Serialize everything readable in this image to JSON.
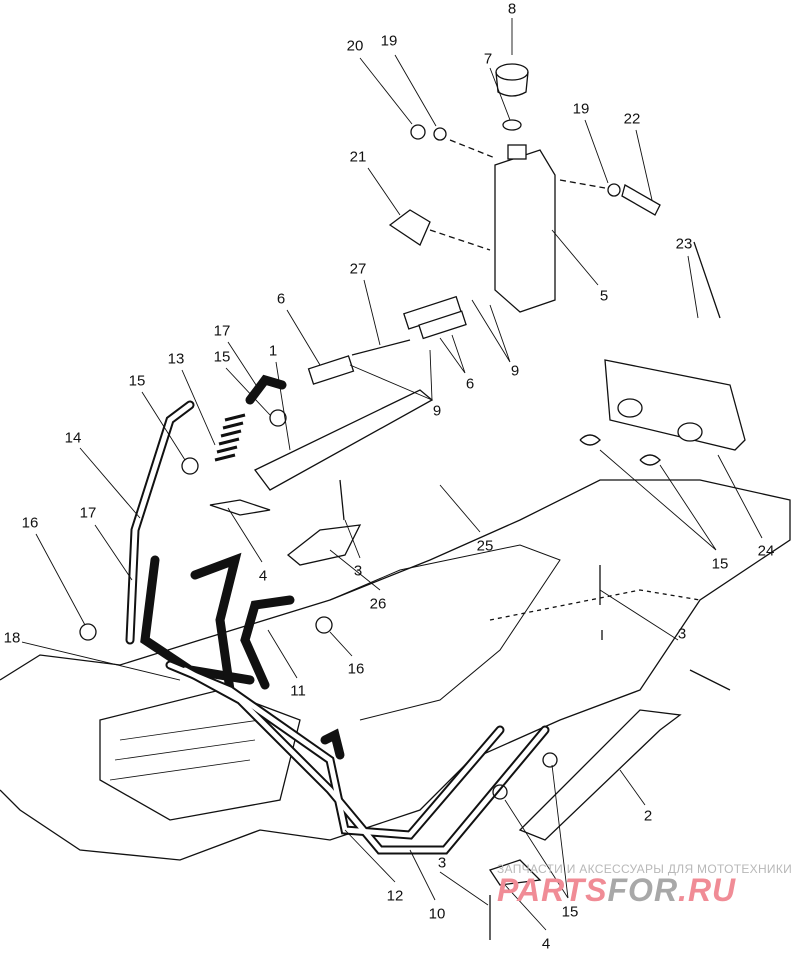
{
  "callouts": [
    {
      "id": "c8",
      "label": "8"
    },
    {
      "id": "c7",
      "label": "7"
    },
    {
      "id": "c20",
      "label": "20"
    },
    {
      "id": "c19a",
      "label": "19"
    },
    {
      "id": "c19b",
      "label": "19"
    },
    {
      "id": "c22",
      "label": "22"
    },
    {
      "id": "c21",
      "label": "21"
    },
    {
      "id": "c5",
      "label": "5"
    },
    {
      "id": "c23",
      "label": "23"
    },
    {
      "id": "c27",
      "label": "27"
    },
    {
      "id": "c6a",
      "label": "6"
    },
    {
      "id": "c6b",
      "label": "6"
    },
    {
      "id": "c9a",
      "label": "9"
    },
    {
      "id": "c9b",
      "label": "9"
    },
    {
      "id": "c1",
      "label": "1"
    },
    {
      "id": "c17a",
      "label": "17"
    },
    {
      "id": "c15a",
      "label": "15"
    },
    {
      "id": "c13",
      "label": "13"
    },
    {
      "id": "c15b",
      "label": "15"
    },
    {
      "id": "c14",
      "label": "14"
    },
    {
      "id": "c17b",
      "label": "17"
    },
    {
      "id": "c16a",
      "label": "16"
    },
    {
      "id": "c4a",
      "label": "4"
    },
    {
      "id": "c3a",
      "label": "3"
    },
    {
      "id": "c26",
      "label": "26"
    },
    {
      "id": "c25",
      "label": "25"
    },
    {
      "id": "c24",
      "label": "24"
    },
    {
      "id": "c15c",
      "label": "15"
    },
    {
      "id": "c3b",
      "label": "3"
    },
    {
      "id": "c16b",
      "label": "16"
    },
    {
      "id": "c11",
      "label": "11"
    },
    {
      "id": "c18",
      "label": "18"
    },
    {
      "id": "c2",
      "label": "2"
    },
    {
      "id": "c3c",
      "label": "3"
    },
    {
      "id": "c12",
      "label": "12"
    },
    {
      "id": "c10",
      "label": "10"
    },
    {
      "id": "c15d",
      "label": "15"
    },
    {
      "id": "c4b",
      "label": "4"
    }
  ],
  "watermark": {
    "tagline": "ЗАПЧАСТИ И АКСЕССУАРЫ ДЛЯ МОТОТЕХНИКИ",
    "brand_part1": "PARTS",
    "brand_part2": "FOR",
    "brand_part3": ".RU"
  },
  "colors": {
    "line": "#111111",
    "brand_pink": "#f08c96",
    "brand_grey": "#a8a8a8"
  }
}
